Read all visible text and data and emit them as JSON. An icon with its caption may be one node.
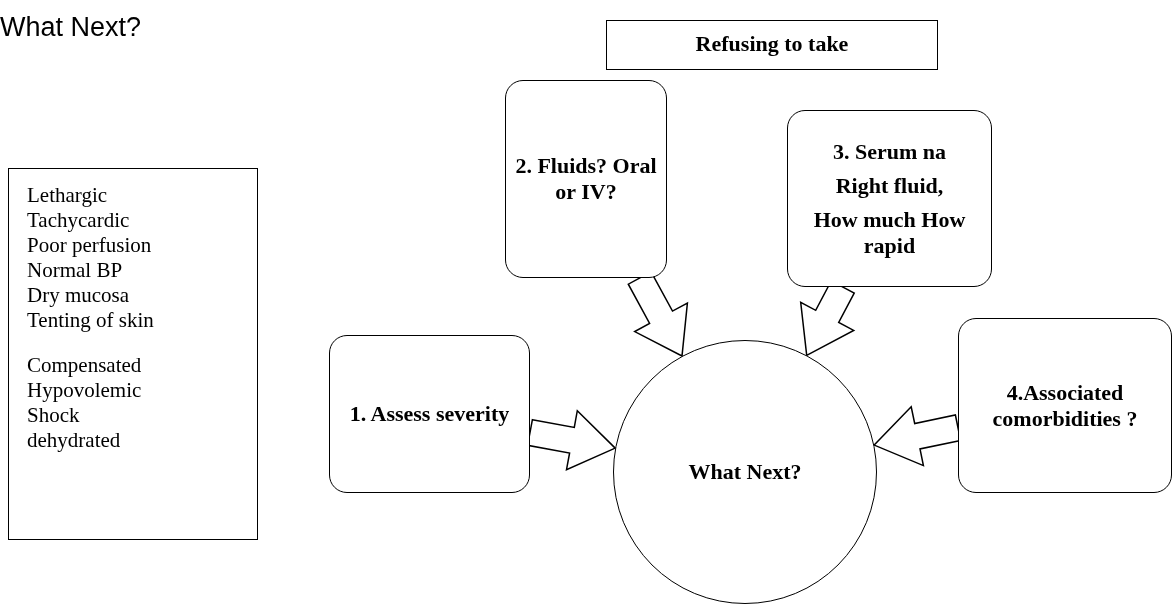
{
  "diagram": {
    "title": "What Next?",
    "nodes": [
      {
        "text": [
          "Lethargic",
          "Tachycardic",
          "Poor perfusion",
          "Normal BP",
          "Dry mucosa",
          "Tenting of skin",
          "Compensated",
          "Hypovolemic",
          "Shock",
          "dehydrated"
        ]
      },
      {
        "text": [
          "Refusing to take"
        ]
      },
      {
        "text": [
          "2. Fluids? Oral or IV?"
        ]
      },
      {
        "text": [
          "3. Serum na",
          "Right fluid,",
          "How much How rapid"
        ]
      },
      {
        "text": [
          "1. Assess severity"
        ]
      },
      {
        "text": [
          "4.Associated comorbidities ?"
        ]
      },
      {
        "text": [
          "What Next?"
        ]
      }
    ],
    "edges": [
      {
        "from": 4,
        "to": 6,
        "arrow": "to"
      },
      {
        "from": 2,
        "to": 6,
        "arrow": "to"
      },
      {
        "from": 3,
        "to": 6,
        "arrow": "to"
      },
      {
        "from": 5,
        "to": 6,
        "arrow": "to"
      }
    ]
  }
}
